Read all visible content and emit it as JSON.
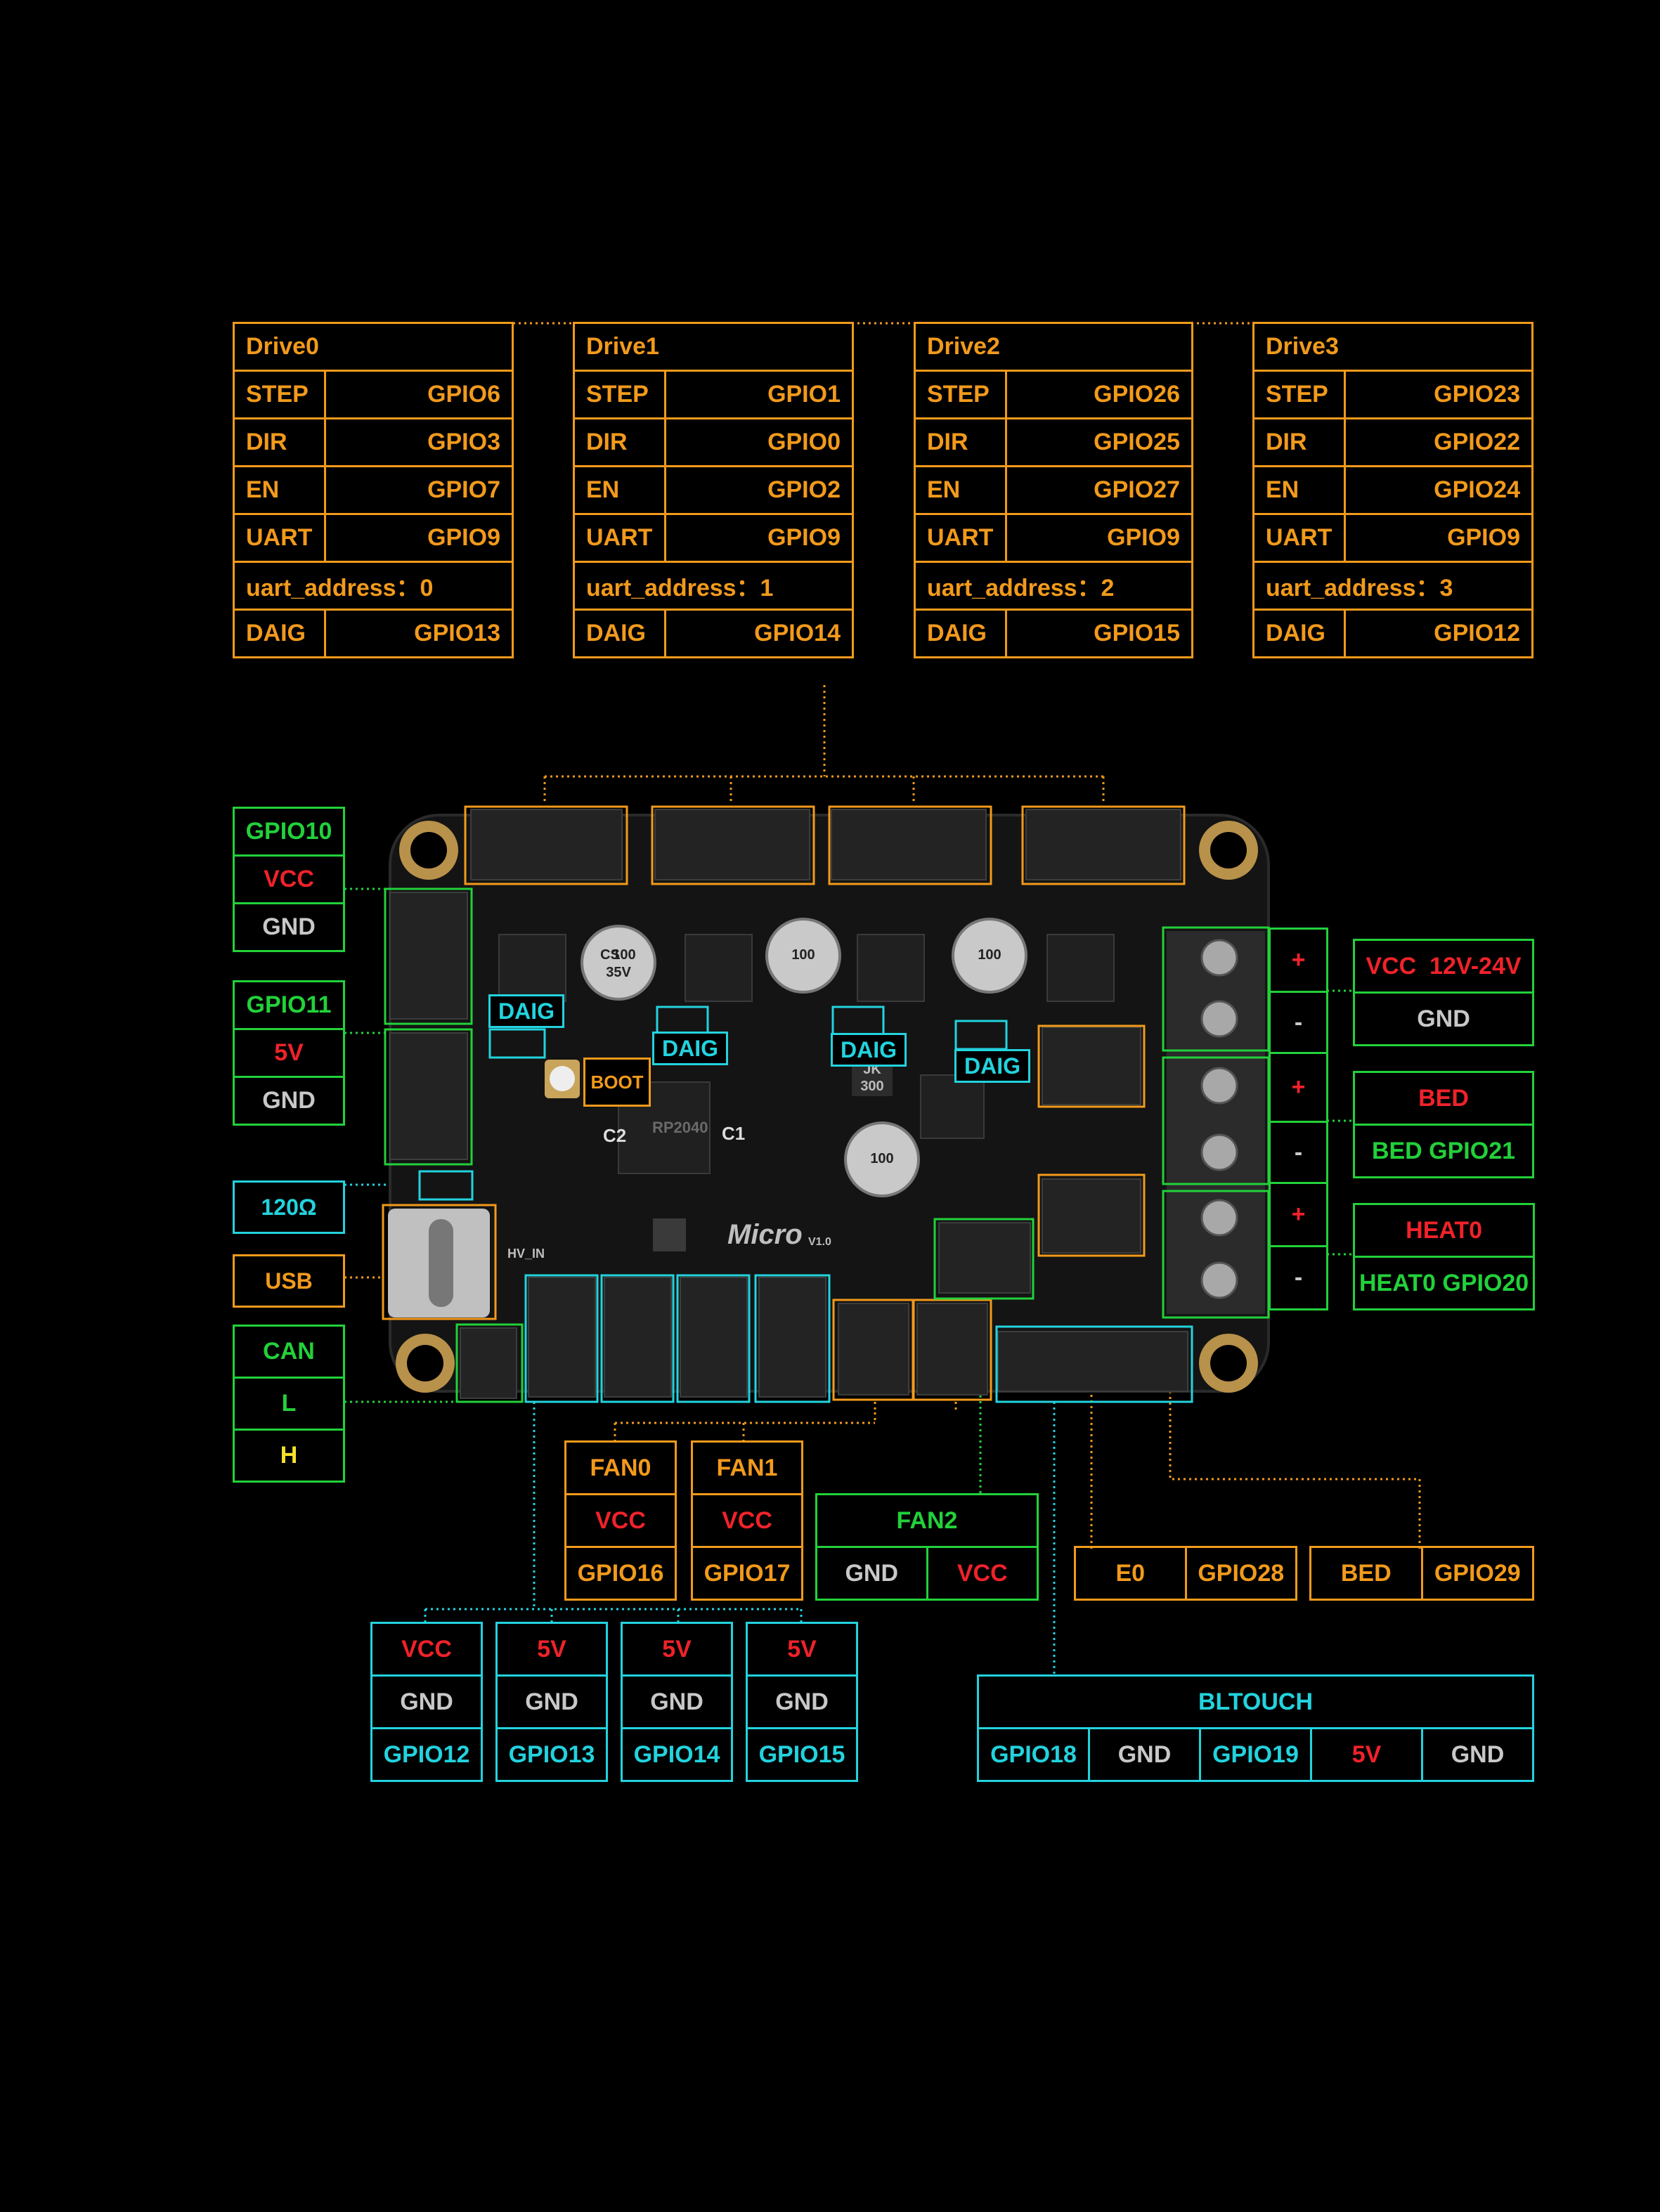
{
  "colors": {
    "orange": "#f29a1b",
    "green": "#22d13a",
    "cyan": "#22d3de",
    "red": "#f0222a",
    "gray": "#c8c8c8",
    "yellow": "#f5e12a",
    "background": "#000000"
  },
  "drives": [
    {
      "title": "Drive0",
      "rows": [
        [
          "STEP",
          "GPIO6"
        ],
        [
          "DIR",
          "GPIO3"
        ],
        [
          "EN",
          "GPIO7"
        ],
        [
          "UART",
          "GPIO9"
        ]
      ],
      "uart_address": "uart_address：0",
      "diag": [
        "DAIG",
        "GPIO13"
      ]
    },
    {
      "title": "Drive1",
      "rows": [
        [
          "STEP",
          "GPIO1"
        ],
        [
          "DIR",
          "GPIO0"
        ],
        [
          "EN",
          "GPIO2"
        ],
        [
          "UART",
          "GPIO9"
        ]
      ],
      "uart_address": "uart_address：1",
      "diag": [
        "DAIG",
        "GPIO14"
      ]
    },
    {
      "title": "Drive2",
      "rows": [
        [
          "STEP",
          "GPIO26"
        ],
        [
          "DIR",
          "GPIO25"
        ],
        [
          "EN",
          "GPIO27"
        ],
        [
          "UART",
          "GPIO9"
        ]
      ],
      "uart_address": "uart_address：2",
      "diag": [
        "DAIG",
        "GPIO15"
      ]
    },
    {
      "title": "Drive3",
      "rows": [
        [
          "STEP",
          "GPIO23"
        ],
        [
          "DIR",
          "GPIO22"
        ],
        [
          "EN",
          "GPIO24"
        ],
        [
          "UART",
          "GPIO9"
        ]
      ],
      "uart_address": "uart_address：3",
      "diag": [
        "DAIG",
        "GPIO12"
      ]
    }
  ],
  "left": {
    "gpio10": [
      "GPIO10",
      "VCC",
      "GND"
    ],
    "gpio11": [
      "GPIO11",
      "5V",
      "GND"
    ],
    "resistor": "120Ω",
    "usb": "USB",
    "can": [
      "CAN",
      "L",
      "H"
    ]
  },
  "board": {
    "diag_label": "DAIG",
    "boot_label": "BOOT",
    "micro_label": "Micro",
    "version": "V1.0",
    "cap_text": [
      "CS",
      "100",
      "35V"
    ],
    "c1": "C1",
    "c2": "C2",
    "jk": [
      "JK",
      "300"
    ],
    "hv_in": "HV_IN"
  },
  "right": {
    "power": {
      "vcc": "VCC  12V-24V",
      "gnd": "GND",
      "plus": "+",
      "minus": "-"
    },
    "bed": {
      "name": "BED",
      "gpio": "BED GPIO21",
      "plus": "+",
      "minus": "-"
    },
    "heat": {
      "name": "HEAT0",
      "gpio": "HEAT0 GPIO20",
      "plus": "+",
      "minus": "-"
    }
  },
  "bottom": {
    "fan0": [
      "FAN0",
      "VCC",
      "GPIO16"
    ],
    "fan1": [
      "FAN1",
      "VCC",
      "GPIO17"
    ],
    "fan2": {
      "title": "FAN2",
      "gnd": "GND",
      "vcc": "VCC"
    },
    "e0": [
      "E0",
      "GPIO28"
    ],
    "bed_sensor": [
      "BED",
      "GPIO29"
    ],
    "endstops": [
      [
        "VCC",
        "GND",
        "GPIO12"
      ],
      [
        "5V",
        "GND",
        "GPIO13"
      ],
      [
        "5V",
        "GND",
        "GPIO14"
      ],
      [
        "5V",
        "GND",
        "GPIO15"
      ]
    ],
    "bltouch": {
      "title": "BLTOUCH",
      "pins": [
        "GPIO18",
        "GND",
        "GPIO19",
        "5V",
        "GND"
      ]
    }
  }
}
